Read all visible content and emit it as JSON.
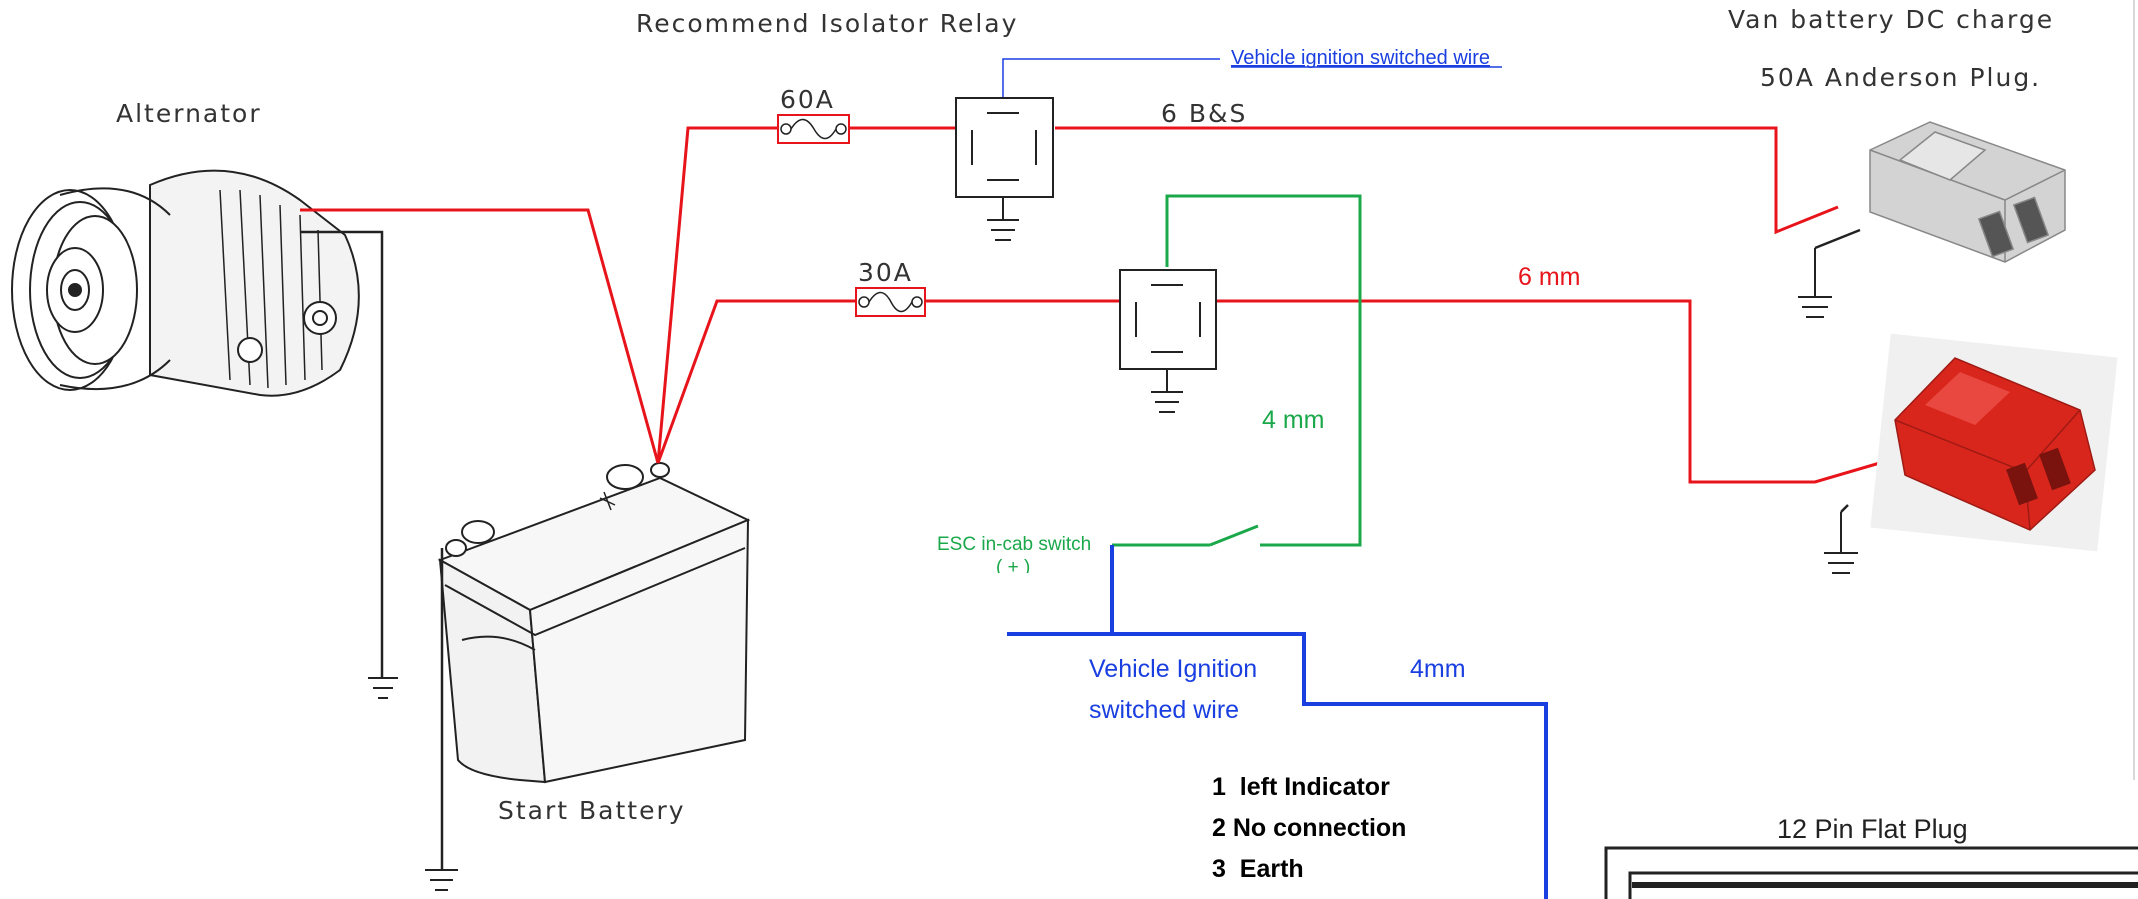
{
  "labels": {
    "relay_title": "Recommend Isolator Relay",
    "ignition_link": "Vehicle ignition switched wire",
    "van_charge": "Van battery DC charge",
    "anderson": "50A Anderson Plug.",
    "alternator": "Alternator",
    "fuse_60": "60A",
    "fuse_30": "30A",
    "cable_6bs": "6 B&S",
    "cable_6mm": "6 mm",
    "cable_4mm_green": "4 mm",
    "esc_switch": "ESC in-cab switch",
    "esc_switch_polarity": "( + )",
    "ign_wire_line1": "Vehicle Ignition",
    "ign_wire_line2": "switched wire",
    "cable_4mm_blue": "4mm",
    "start_battery": "Start Battery",
    "plug_title": "12 Pin Flat Plug"
  },
  "pin_list": [
    "1  left Indicator",
    "2 No connection",
    "3  Earth"
  ],
  "colors": {
    "red_wire": "#e8141b",
    "green_wire": "#1aa84a",
    "blue_wire": "#1a3fe0",
    "label_grey": "#333333",
    "anderson_grey": "#c9c9c9",
    "anderson_red": "#d9261c"
  }
}
